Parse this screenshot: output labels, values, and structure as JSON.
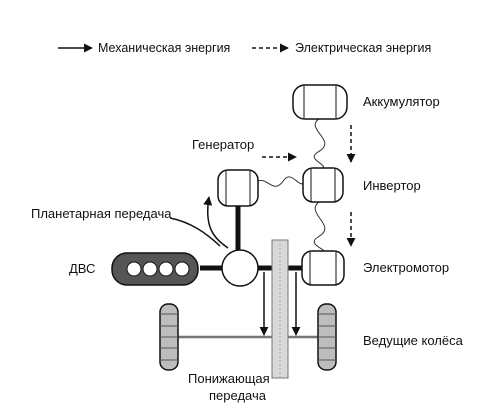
{
  "legend": {
    "mechanical": "Механическая энергия",
    "electrical": "Электрическая энергия"
  },
  "labels": {
    "accumulator": "Аккумулятор",
    "generator": "Генератор",
    "inverter": "Инвертор",
    "planetary_gear": "Планетарная передача",
    "engine": "ДВС",
    "electromotor": "Электромотор",
    "drive_wheels": "Ведущие колёса",
    "reduction_gear_line1": "Понижающая",
    "reduction_gear_line2": "передача"
  },
  "colors": {
    "line": "#111111",
    "engine_fill": "#555555",
    "wheel_fill": "#bdbdbd",
    "gear_fill": "#d8d8d8"
  }
}
